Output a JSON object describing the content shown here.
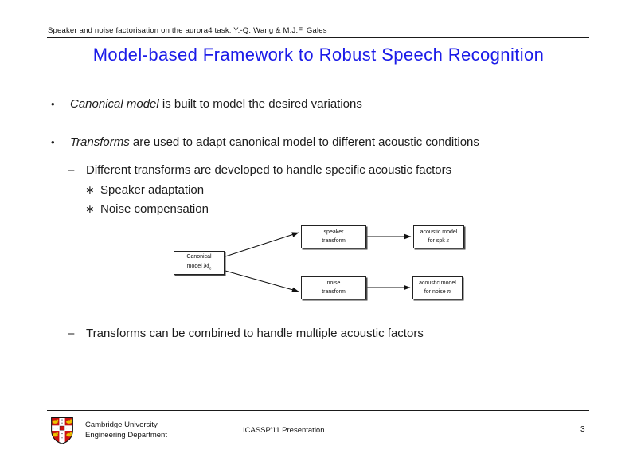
{
  "header": {
    "text": "Speaker and noise factorisation on the aurora4 task: Y.-Q. Wang & M.J.F. Gales"
  },
  "title": {
    "text": "Model-based Framework to Robust Speech Recognition",
    "color": "#1b1be8"
  },
  "bullets": {
    "item1": {
      "marker": "•",
      "em": "Canonical model",
      "rest": " is built to model the desired variations"
    },
    "item2": {
      "marker": "•",
      "em": "Transforms",
      "rest": " are used to adapt canonical model to different acoustic conditions"
    },
    "sub1": {
      "marker": "–",
      "text": "Different transforms are developed to handle specific acoustic factors"
    },
    "star1": {
      "marker": "∗",
      "text": "Speaker adaptation"
    },
    "star2": {
      "marker": "∗",
      "text": "Noise compensation"
    },
    "sub2": {
      "marker": "–",
      "text": "Transforms can be combined to handle multiple acoustic factors"
    }
  },
  "diagram": {
    "canonical": {
      "line1": "Canonical",
      "line2_pre": "model ",
      "symbol": "M",
      "sub": "c"
    },
    "speaker_box": {
      "line1": "speaker",
      "line2": "transform"
    },
    "noise_box": {
      "line1": "noise",
      "line2": "transform"
    },
    "acoustic_spk": {
      "line1": "acoustic model",
      "line2_pre": "for spk ",
      "var": "s"
    },
    "acoustic_noise": {
      "line1": "acoustic model",
      "line2_pre": "for noise ",
      "var": "n"
    }
  },
  "footer": {
    "org_line1": "Cambridge University",
    "org_line2": "Engineering Department",
    "center": "ICASSP'11 Presentation",
    "page": "3"
  },
  "colors": {
    "title_blue": "#1b1be8",
    "body_text": "#1c1c1c",
    "crest_red": "#cc1111",
    "crest_yellow": "#f2c200"
  }
}
